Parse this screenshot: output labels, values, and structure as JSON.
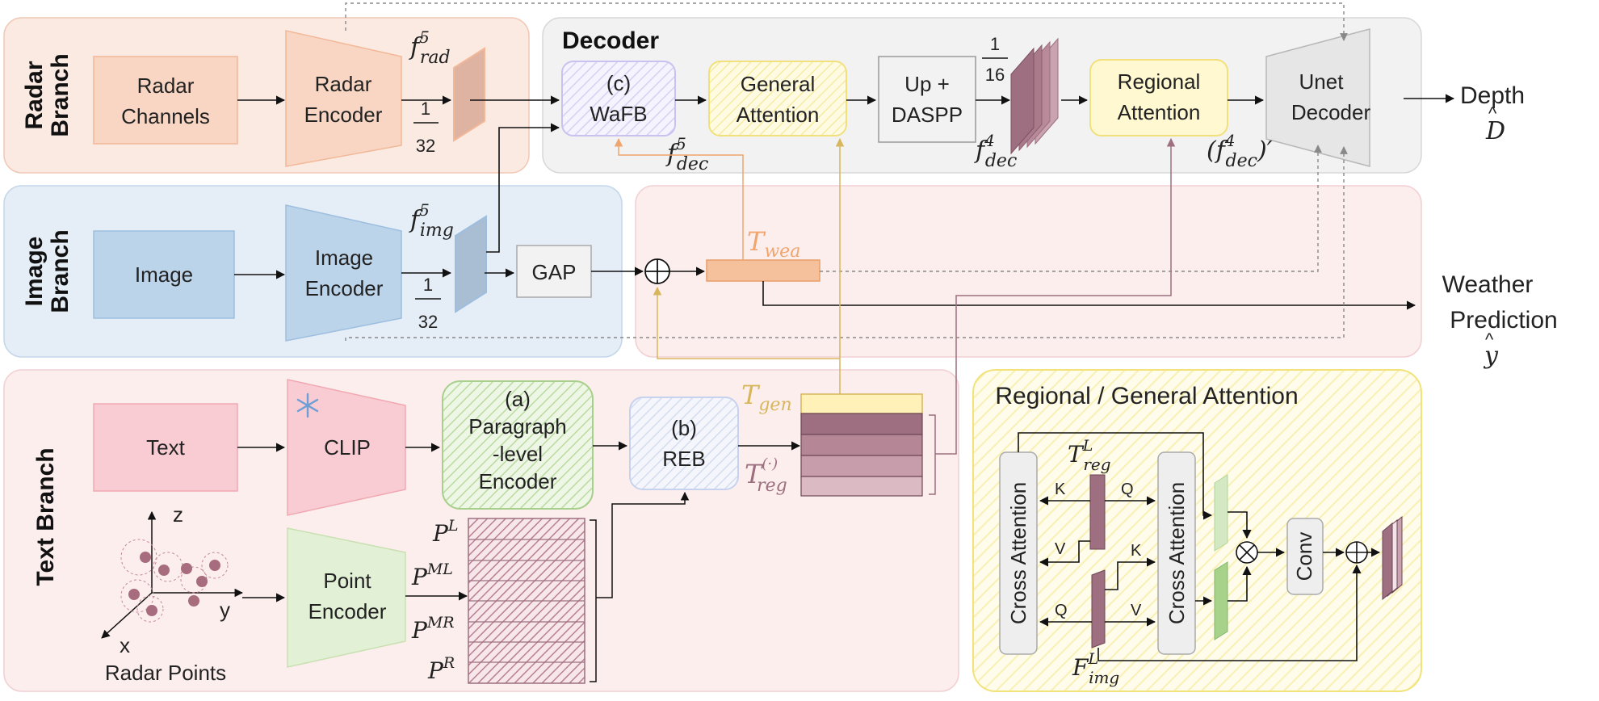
{
  "branches": {
    "radar": [
      "Radar",
      "Branch"
    ],
    "image": [
      "Image",
      "Branch"
    ],
    "text": "Text Branch"
  },
  "decoder_title": "Decoder",
  "blocks": {
    "radar_channels": [
      "Radar",
      "Channels"
    ],
    "radar_encoder": [
      "Radar",
      "Encoder"
    ],
    "image": "Image",
    "image_encoder": [
      "Image",
      "Encoder"
    ],
    "gap": "GAP",
    "text": "Text",
    "clip": "CLIP",
    "paragraph_encoder": [
      "(a)",
      "Paragraph",
      "-level",
      "Encoder"
    ],
    "reb": [
      "(b)",
      "REB"
    ],
    "point_encoder": [
      "Point",
      "Encoder"
    ],
    "radar_points": "Radar Points",
    "wafb": [
      "(c)",
      "WaFB"
    ],
    "general_attention": [
      "General",
      "Attention"
    ],
    "up_daspp": [
      "Up +",
      "DASPP"
    ],
    "regional_attention": [
      "Regional",
      "Attention"
    ],
    "unet_decoder": [
      "Unet",
      "Decoder"
    ]
  },
  "scales": {
    "rad": [
      "1",
      "32"
    ],
    "img": [
      "1",
      "32"
    ],
    "dec": [
      "1",
      "16"
    ]
  },
  "features": {
    "f_rad": "f",
    "f_rad_sup": "5",
    "f_rad_sub": "rad",
    "f_img": "f",
    "f_img_sup": "5",
    "f_img_sub": "img",
    "f_dec5": "f",
    "f_dec5_sup": "5",
    "f_dec5_sub": "dec",
    "f_dec4": "f",
    "f_dec4_sup": "4",
    "f_dec4_sub": "dec",
    "f_dec4p_open": "(f",
    "f_dec4p_sup": "4",
    "f_dec4p_sub": "dec",
    "f_dec4p_close": ")′",
    "t_wea": "T",
    "t_wea_sub": "wea",
    "t_gen": "T",
    "t_gen_sub": "gen",
    "t_reg": "T",
    "t_reg_sup": "(·)",
    "t_reg_sub": "reg",
    "p_l": "P",
    "p_l_sup": "L",
    "p_ml": "P",
    "p_ml_sup": "ML",
    "p_mr": "P",
    "p_mr_sup": "MR",
    "p_r": "P",
    "p_r_sup": "R"
  },
  "outputs": {
    "depth": "Depth",
    "depth_symbol": "D",
    "weather": [
      "Weather",
      "Prediction"
    ],
    "weather_symbol": "y"
  },
  "axes": {
    "z": "z",
    "y": "y",
    "x": "x"
  },
  "attention_panel": {
    "title": "Regional / General Attention",
    "cross_attention": "Cross Attention",
    "t_reg": "T",
    "t_reg_sup": "L",
    "t_reg_sub": "reg",
    "f_img": "F",
    "f_img_sup": "L",
    "f_img_sub": "img",
    "k": "K",
    "q": "Q",
    "v": "V",
    "conv": "Conv"
  },
  "colors": {
    "radar_bg": "#fbeae2",
    "image_bg": "#e5eef7",
    "text_bg": "#fdeeee",
    "decoder_bg": "#f2f2f2",
    "radar_block": "#f8d6c3",
    "image_block": "#bcd4ea",
    "text_block": "#f8ccd2",
    "green_block": "#e2f0d5",
    "general_fill": "#fff9d6",
    "regional_token": "#9d6f80",
    "weather_token": "#f5c19c",
    "t_wea_color": "#f0a56e",
    "t_gen_color": "#d8b65c",
    "t_reg_color": "#9d6f80"
  }
}
